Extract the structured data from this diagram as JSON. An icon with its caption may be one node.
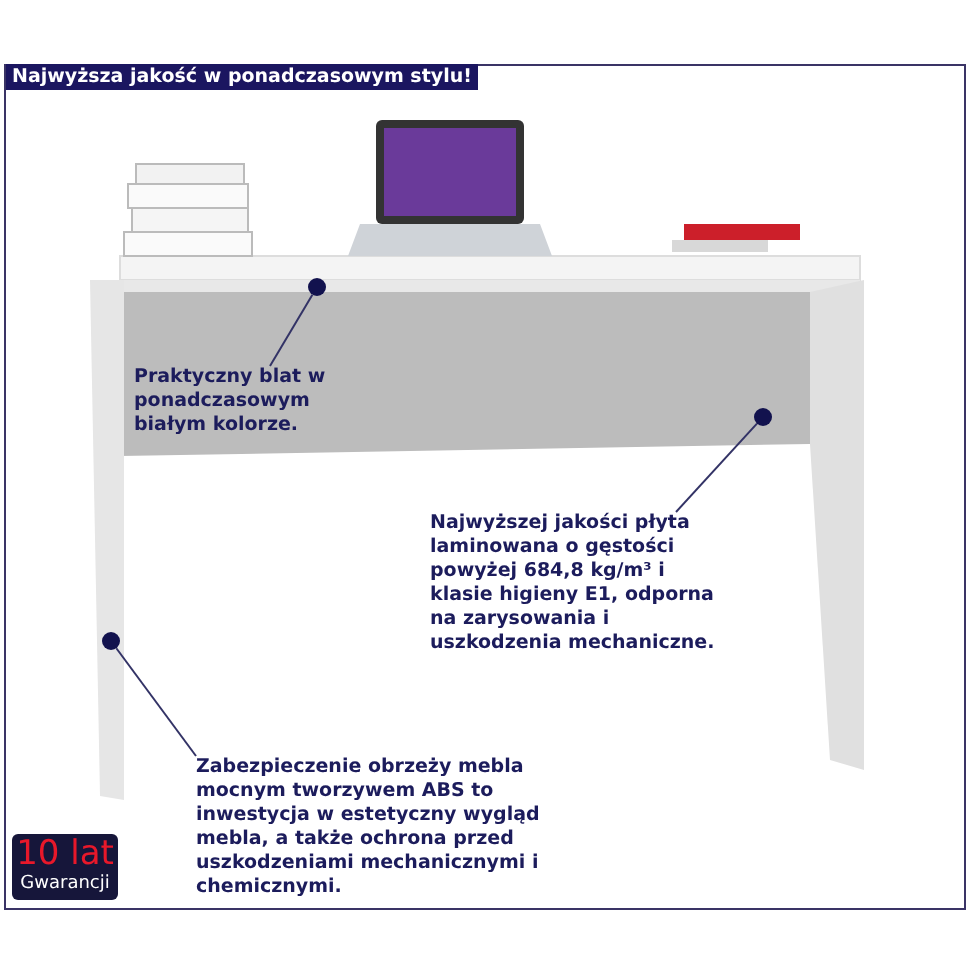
{
  "diagram": {
    "title": "Najwyższa jakość w ponadczasowym stylu!",
    "nodes": [
      {
        "text": [
          "Praktyczny blat w ponadczasowym białym kolorze."
        ]
      },
      {
        "text": [
          "Najwyższej jakości płyta laminowana o gęstości powyżej 684,8 kg/m³ i klasie higieny E1, odporna na zarysowania i uszkodzenia mechaniczne."
        ]
      },
      {
        "text": [
          "Zabezpieczenie obrzeży mebla mocnym tworzywem ABS to inwestycja w estetyczny wygląd mebla, a także ochrona przed uszkodzeniami mechanicznymi i chemicznymi."
        ]
      },
      {
        "text": [],
        "shape": "circle"
      },
      {
        "text": [],
        "shape": "circle"
      },
      {
        "text": [],
        "shape": "circle"
      }
    ],
    "edges": [
      {
        "from": 0,
        "to": 3,
        "arrow": "none"
      },
      {
        "from": 1,
        "to": 4,
        "arrow": "none"
      },
      {
        "from": 2,
        "to": 5,
        "arrow": "none"
      }
    ],
    "labels": [
      "10 lat",
      "Gwarancji"
    ]
  }
}
